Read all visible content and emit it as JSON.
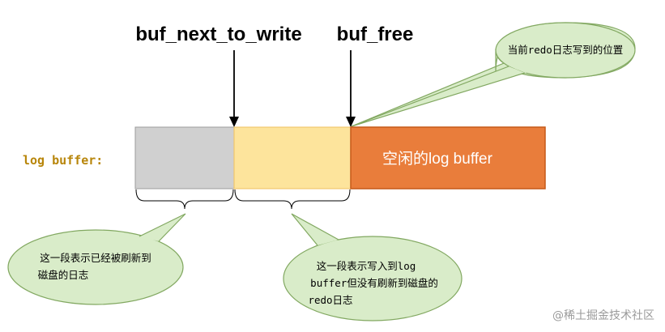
{
  "pointers": {
    "buf_next_to_write": "buf_next_to_write",
    "buf_free": "buf_free"
  },
  "row_label": "log buffer:",
  "segments": {
    "written_to_disk": {
      "color": "#d0d0d0",
      "border": "#999999"
    },
    "not_yet_flushed": {
      "color": "#fde49c",
      "border": "#f2c463"
    },
    "free": {
      "label": "空闲的log buffer",
      "color": "#e97d3b",
      "border": "#c65a19"
    }
  },
  "callouts": {
    "current_position": {
      "lines": [
        "当前redo日志写到的位置"
      ]
    },
    "flushed": {
      "lines": [
        "这一段表示已经被刷新到",
        "磁盘的日志"
      ]
    },
    "unflushed": {
      "lines": [
        "这一段表示写入到log",
        "buffer但没有刷新到磁盘的",
        "redo日志"
      ]
    }
  },
  "callout_style": {
    "fill": "#d9ecc9",
    "stroke": "#82a861"
  },
  "watermark": "@稀土掘金技术社区"
}
